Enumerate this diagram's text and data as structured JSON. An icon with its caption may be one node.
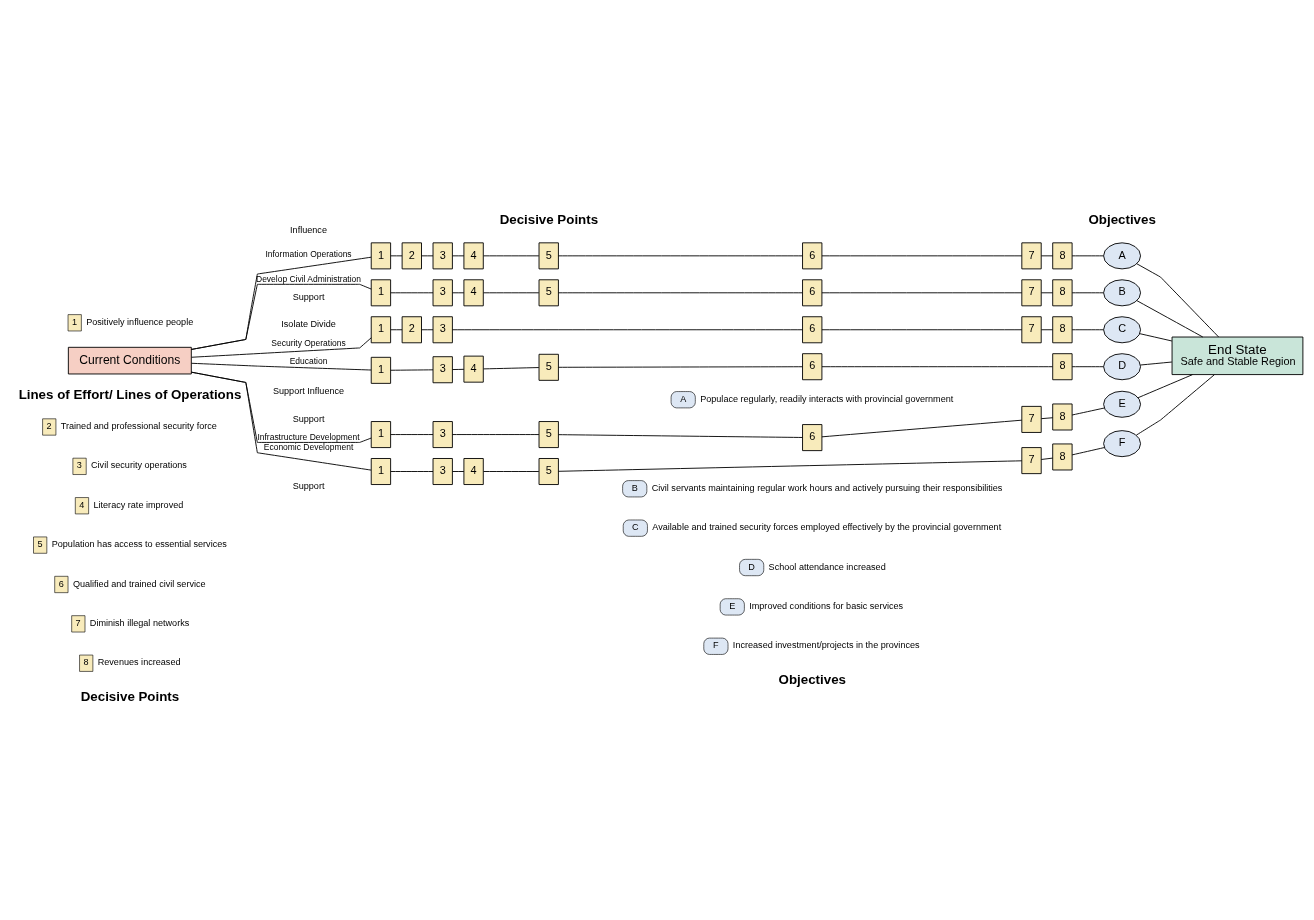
{
  "diagram": {
    "nodes": [
      {
        "text": [
          "Current Conditions"
        ]
      },
      {
        "text": [
          "1"
        ]
      },
      {
        "text": [
          "2"
        ]
      },
      {
        "text": [
          "3"
        ]
      },
      {
        "text": [
          "4"
        ]
      },
      {
        "text": [
          "5"
        ]
      },
      {
        "text": [
          "6"
        ]
      },
      {
        "text": [
          "7"
        ]
      },
      {
        "text": [
          "8"
        ]
      },
      {
        "text": [
          "A"
        ]
      },
      {
        "text": [
          "1"
        ]
      },
      {
        "text": [
          "3"
        ]
      },
      {
        "text": [
          "4"
        ]
      },
      {
        "text": [
          "5"
        ]
      },
      {
        "text": [
          "6"
        ]
      },
      {
        "text": [
          "7"
        ]
      },
      {
        "text": [
          "8"
        ]
      },
      {
        "text": [
          "B"
        ]
      },
      {
        "text": [
          "1"
        ]
      },
      {
        "text": [
          "2"
        ]
      },
      {
        "text": [
          "3"
        ]
      },
      {
        "text": [
          "6"
        ]
      },
      {
        "text": [
          "7"
        ]
      },
      {
        "text": [
          "8"
        ]
      },
      {
        "text": [
          "C"
        ]
      },
      {
        "text": [
          "1"
        ]
      },
      {
        "text": [
          "3"
        ]
      },
      {
        "text": [
          "4"
        ]
      },
      {
        "text": [
          "5"
        ]
      },
      {
        "text": [
          "6"
        ]
      },
      {
        "text": [
          "8"
        ]
      },
      {
        "text": [
          "D"
        ]
      },
      {
        "text": [
          "1"
        ]
      },
      {
        "text": [
          "3"
        ]
      },
      {
        "text": [
          "5"
        ]
      },
      {
        "text": [
          "6"
        ]
      },
      {
        "text": [
          "7"
        ]
      },
      {
        "text": [
          "8"
        ]
      },
      {
        "text": [
          "E"
        ]
      },
      {
        "text": [
          "1"
        ]
      },
      {
        "text": [
          "3"
        ]
      },
      {
        "text": [
          "4"
        ]
      },
      {
        "text": [
          "5"
        ]
      },
      {
        "text": [
          "7"
        ]
      },
      {
        "text": [
          "8"
        ]
      },
      {
        "text": [
          "F"
        ]
      },
      {
        "text": [
          "End State",
          "Safe and Stable Region"
        ]
      },
      {
        "text": [
          "1"
        ],
        "beside": [
          "Positively influence people"
        ]
      },
      {
        "text": [
          "2"
        ],
        "beside": [
          "Trained and professional security force"
        ]
      },
      {
        "text": [
          "3"
        ],
        "beside": [
          "Civil security operations"
        ]
      },
      {
        "text": [
          "4"
        ],
        "beside": [
          "Literacy rate improved"
        ]
      },
      {
        "text": [
          "5"
        ],
        "beside": [
          "Population has access to essential services"
        ]
      },
      {
        "text": [
          "6"
        ],
        "beside": [
          "Qualified and trained civil service"
        ]
      },
      {
        "text": [
          "7"
        ],
        "beside": [
          "Diminish illegal networks"
        ]
      },
      {
        "text": [
          "8"
        ],
        "beside": [
          "Revenues increased"
        ]
      },
      {
        "text": [
          "A"
        ],
        "beside": [
          "Populace regularly, readily interacts with provincial government"
        ]
      },
      {
        "text": [
          "B"
        ],
        "beside": [
          "Civil servants maintaining regular work hours and actively pursuing their responsibilities"
        ]
      },
      {
        "text": [
          "C"
        ],
        "beside": [
          "Available and trained security forces employed effectively by the provincial government"
        ]
      },
      {
        "text": [
          "D"
        ],
        "beside": [
          "School attendance increased"
        ]
      },
      {
        "text": [
          "E"
        ],
        "beside": [
          "Improved conditions for basic services"
        ]
      },
      {
        "text": [
          "F"
        ],
        "beside": [
          "Increased investment/projects in the provinces"
        ]
      }
    ],
    "edges": [
      {
        "from": 0,
        "to": 1,
        "arrow": "none",
        "label": "Information Operations"
      },
      {
        "from": 1,
        "to": 2,
        "arrow": "none"
      },
      {
        "from": 2,
        "to": 3,
        "arrow": "none"
      },
      {
        "from": 3,
        "to": 4,
        "arrow": "none"
      },
      {
        "from": 4,
        "to": 5,
        "arrow": "none"
      },
      {
        "from": 5,
        "to": 6,
        "arrow": "none"
      },
      {
        "from": 6,
        "to": 7,
        "arrow": "none"
      },
      {
        "from": 7,
        "to": 8,
        "arrow": "none"
      },
      {
        "from": 8,
        "to": 9,
        "arrow": "none"
      },
      {
        "from": 0,
        "to": 10,
        "arrow": "none",
        "label": "Develop Civil Administration"
      },
      {
        "from": 10,
        "to": 11,
        "arrow": "none"
      },
      {
        "from": 11,
        "to": 12,
        "arrow": "none"
      },
      {
        "from": 12,
        "to": 13,
        "arrow": "none"
      },
      {
        "from": 13,
        "to": 14,
        "arrow": "none"
      },
      {
        "from": 14,
        "to": 15,
        "arrow": "none"
      },
      {
        "from": 15,
        "to": 16,
        "arrow": "none"
      },
      {
        "from": 16,
        "to": 17,
        "arrow": "none"
      },
      {
        "from": 0,
        "to": 18,
        "arrow": "none",
        "label": "Security Operations"
      },
      {
        "from": 18,
        "to": 19,
        "arrow": "none"
      },
      {
        "from": 19,
        "to": 20,
        "arrow": "none"
      },
      {
        "from": 20,
        "to": 21,
        "arrow": "none"
      },
      {
        "from": 21,
        "to": 22,
        "arrow": "none"
      },
      {
        "from": 22,
        "to": 23,
        "arrow": "none"
      },
      {
        "from": 23,
        "to": 24,
        "arrow": "none"
      },
      {
        "from": 0,
        "to": 25,
        "arrow": "none",
        "label": "Education"
      },
      {
        "from": 25,
        "to": 26,
        "arrow": "none"
      },
      {
        "from": 26,
        "to": 27,
        "arrow": "none"
      },
      {
        "from": 27,
        "to": 28,
        "arrow": "none"
      },
      {
        "from": 28,
        "to": 29,
        "arrow": "none"
      },
      {
        "from": 29,
        "to": 30,
        "arrow": "none"
      },
      {
        "from": 30,
        "to": 31,
        "arrow": "none"
      },
      {
        "from": 0,
        "to": 32,
        "arrow": "none",
        "label": "Infrastructure Development"
      },
      {
        "from": 32,
        "to": 33,
        "arrow": "none"
      },
      {
        "from": 33,
        "to": 34,
        "arrow": "none"
      },
      {
        "from": 34,
        "to": 35,
        "arrow": "none"
      },
      {
        "from": 35,
        "to": 36,
        "arrow": "none"
      },
      {
        "from": 36,
        "to": 37,
        "arrow": "none"
      },
      {
        "from": 37,
        "to": 38,
        "arrow": "none"
      },
      {
        "from": 0,
        "to": 39,
        "arrow": "none",
        "label": "Economic Development"
      },
      {
        "from": 39,
        "to": 40,
        "arrow": "none"
      },
      {
        "from": 40,
        "to": 41,
        "arrow": "none"
      },
      {
        "from": 41,
        "to": 42,
        "arrow": "none"
      },
      {
        "from": 42,
        "to": 43,
        "arrow": "none"
      },
      {
        "from": 43,
        "to": 44,
        "arrow": "none"
      },
      {
        "from": 44,
        "to": 45,
        "arrow": "none"
      },
      {
        "from": 9,
        "to": 46,
        "arrow": "none"
      },
      {
        "from": 17,
        "to": 46,
        "arrow": "none"
      },
      {
        "from": 24,
        "to": 46,
        "arrow": "none"
      },
      {
        "from": 31,
        "to": 46,
        "arrow": "none"
      },
      {
        "from": 38,
        "to": 46,
        "arrow": "none"
      },
      {
        "from": 45,
        "to": 46,
        "arrow": "none"
      }
    ],
    "labels": [
      "Lines of Effort/ Lines of Operations",
      "Decisive Points",
      "Objectives",
      "Influence",
      "Support",
      "Isolate Divide",
      "Support Influence",
      "Support",
      "Support",
      "Decisive Points",
      "Objectives"
    ]
  }
}
